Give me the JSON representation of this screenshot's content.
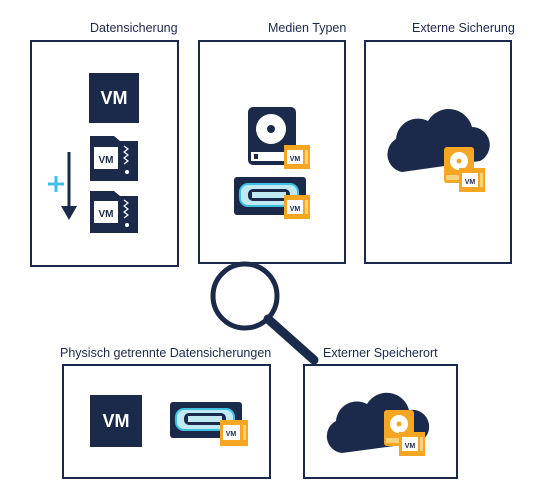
{
  "labels": {
    "datensicherung": "Datensicherung",
    "medien_typen": "Medien Typen",
    "externe_sicherung": "Externe Sicherung",
    "physisch": "Physisch getrennte Datensicherungen",
    "externer_speicherort": "Externer Speicherort"
  },
  "vm_text": "VM",
  "plus_sign": "+",
  "colors": {
    "navy": "#1b2a4a",
    "cyan": "#3fc0e0",
    "orange": "#f5a623",
    "light_orange": "#fcd27d",
    "border": "#1b2a4a"
  },
  "icons": [
    "vm-icon",
    "vm-card-icon",
    "down-arrow-icon",
    "plus-icon",
    "hard-drive-icon",
    "tape-cartridge-icon",
    "cloud-icon",
    "magnifier-icon"
  ]
}
